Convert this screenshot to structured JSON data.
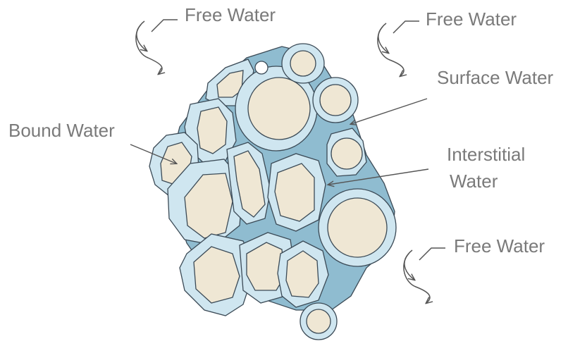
{
  "labels": {
    "free_water_top_left": "Free Water",
    "free_water_top_right": "Free Water",
    "surface_water": "Surface Water",
    "bound_water": "Bound Water",
    "interstitial_line1": "Interstitial",
    "interstitial_line2": "Water",
    "free_water_bottom_right": "Free Water"
  },
  "colors": {
    "label_text": "#7a7a7a",
    "interstitial_fill": "#8fbcd0",
    "surface_fill": "#cfe6f0",
    "particle_fill": "#efe7d4",
    "outline": "#3b4a56"
  }
}
